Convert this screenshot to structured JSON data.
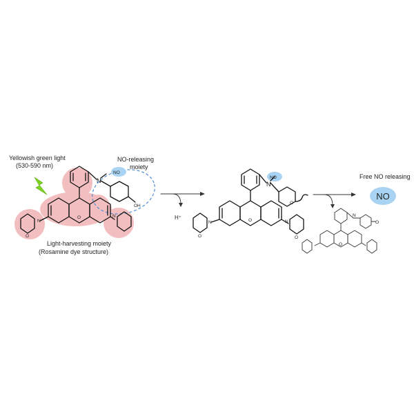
{
  "labels": {
    "light_line1": "Yellowish green light",
    "light_line2": "(530-590 nm)",
    "no_moiety_line1": "NO-releasing",
    "no_moiety_line2": "moiety",
    "harvest_line1": "Light-harvesting moiety",
    "harvest_line2": "(Rosamine dye structure)",
    "proton": "H⁺",
    "free_no": "Free NO releasing",
    "no_bubble": "NO"
  },
  "atoms": {
    "n": "N",
    "o": "O",
    "no": "NO",
    "oh": "OH"
  },
  "colors": {
    "pink_highlight": "#f2b3b5",
    "blue_dash": "#4f8fd6",
    "blue_bubble": "#a9d3f2",
    "green_bolt": "#7ed321",
    "ink": "#111111"
  }
}
